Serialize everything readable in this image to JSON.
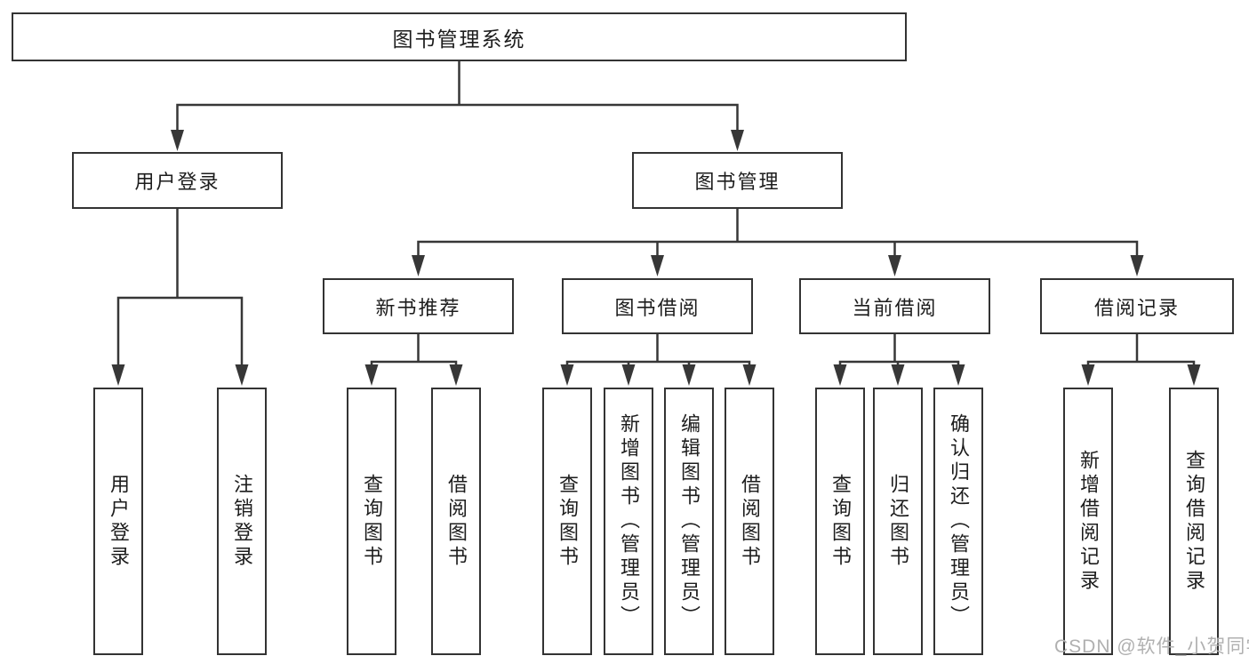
{
  "diagram": {
    "root": {
      "label": "图书管理系统",
      "children": [
        {
          "label": "用户登录",
          "children": [
            {
              "label": "用户登录"
            },
            {
              "label": "注销登录"
            }
          ]
        },
        {
          "label": "图书管理",
          "children": [
            {
              "label": "新书推荐",
              "children": [
                {
                  "label": "查询图书"
                },
                {
                  "label": "借阅图书"
                }
              ]
            },
            {
              "label": "图书借阅",
              "children": [
                {
                  "label": "查询图书"
                },
                {
                  "label": "新增图书（管理员）"
                },
                {
                  "label": "编辑图书（管理员）"
                },
                {
                  "label": "借阅图书"
                }
              ]
            },
            {
              "label": "当前借阅",
              "children": [
                {
                  "label": "查询图书"
                },
                {
                  "label": "归还图书"
                },
                {
                  "label": "确认归还（管理员）"
                }
              ]
            },
            {
              "label": "借阅记录",
              "children": [
                {
                  "label": "新增借阅记录"
                },
                {
                  "label": "查询借阅记录"
                }
              ]
            }
          ]
        }
      ]
    }
  },
  "watermark": "CSDN @软件_小贺同学",
  "colors": {
    "line": "#373737",
    "box_border": "#333333",
    "text": "#1d1d1d",
    "watermark": "#b0b0b0",
    "background": "#ffffff"
  }
}
